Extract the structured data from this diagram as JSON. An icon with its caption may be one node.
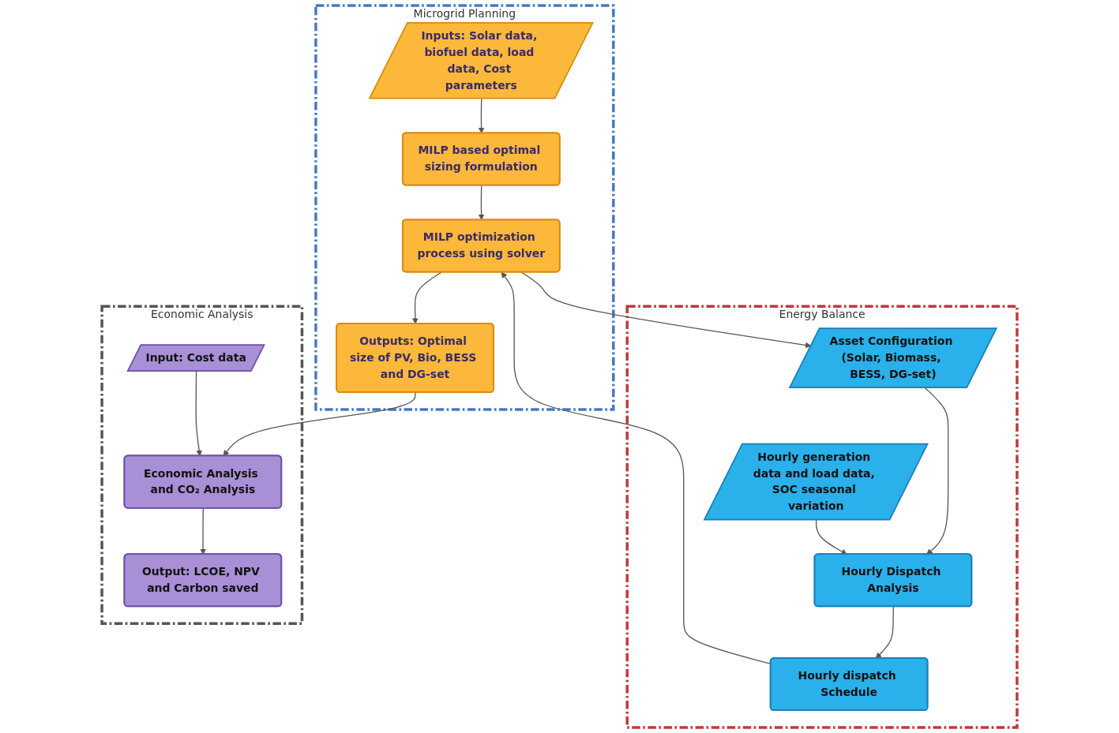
{
  "diagram": {
    "nodes": [
      {
        "text": [
          "Microgrid Planning"
        ]
      },
      {
        "text": [
          "Inputs: Solar data, biofuel data, load data, Cost parameters"
        ],
        "in": 0
      },
      {
        "text": [
          "MILP based optimal sizing formulation"
        ],
        "in": 0
      },
      {
        "text": [
          "MILP optimization process using solver"
        ],
        "in": 0
      },
      {
        "text": [
          "Outputs: Optimal size of PV, Bio, BESS and DG-set"
        ],
        "in": 0
      },
      {
        "text": [
          "Energy Balance"
        ]
      },
      {
        "text": [
          "Asset Configuration (Solar, Biomass, BESS, DG-set)"
        ],
        "in": 5
      },
      {
        "text": [
          "Hourly Dispatch Analysis"
        ],
        "in": 5
      },
      {
        "text": [
          "Hourly generation data and load data, SOC seasonal variation"
        ],
        "in": 5
      },
      {
        "text": [
          "Hourly dispatch Schedule"
        ],
        "in": 5
      },
      {
        "text": [
          "Economic Analysis"
        ]
      },
      {
        "text": [
          "Economic Analysis and CO₂ Analysis"
        ],
        "in": 10
      },
      {
        "text": [
          "Output: LCOE, NPV and Carbon saved"
        ],
        "in": 10
      },
      {
        "text": [
          "Input: Cost data"
        ],
        "in": 10
      }
    ],
    "edges": [
      {
        "from": 1,
        "to": 2,
        "arrow": "to"
      },
      {
        "from": 2,
        "to": 3,
        "arrow": "to"
      },
      {
        "from": 9,
        "to": 3,
        "arrow": "to"
      },
      {
        "from": 3,
        "to": 6,
        "arrow": "to"
      },
      {
        "from": 3,
        "to": 4,
        "arrow": "to"
      },
      {
        "from": 4,
        "to": 11,
        "arrow": "to"
      },
      {
        "from": 6,
        "to": 7,
        "arrow": "to"
      },
      {
        "from": 8,
        "to": 7,
        "arrow": "to"
      },
      {
        "from": 7,
        "to": 9,
        "arrow": "to"
      },
      {
        "from": 11,
        "to": 12,
        "arrow": "to"
      },
      {
        "from": 13,
        "to": 11,
        "arrow": "to"
      }
    ]
  }
}
